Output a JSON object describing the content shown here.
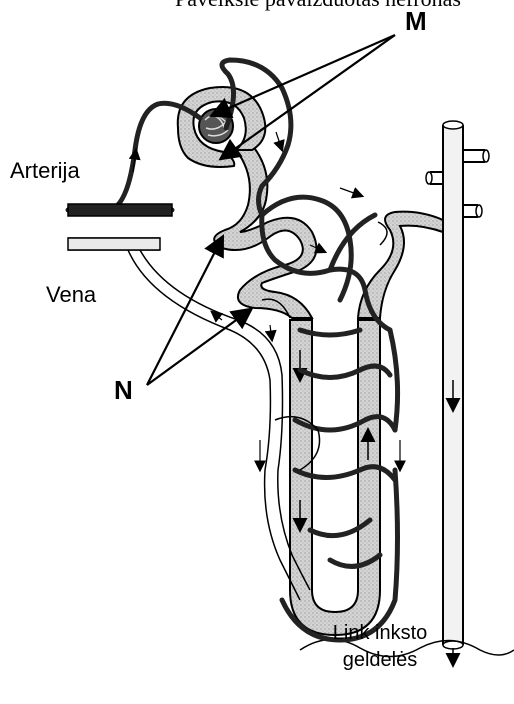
{
  "labels": {
    "top_cut": "Paveiksle pavaizduotas nefronas",
    "M": "M",
    "N": "N",
    "arterija": "Arterija",
    "vena": "Vena",
    "bottom_line1": "Link inksto",
    "bottom_line2": "geldelės"
  },
  "colors": {
    "tubule_fill": "#cfcfcf",
    "vessel_dark": "#222222",
    "vessel_light": "#e8e8e8",
    "outline": "#000000"
  }
}
